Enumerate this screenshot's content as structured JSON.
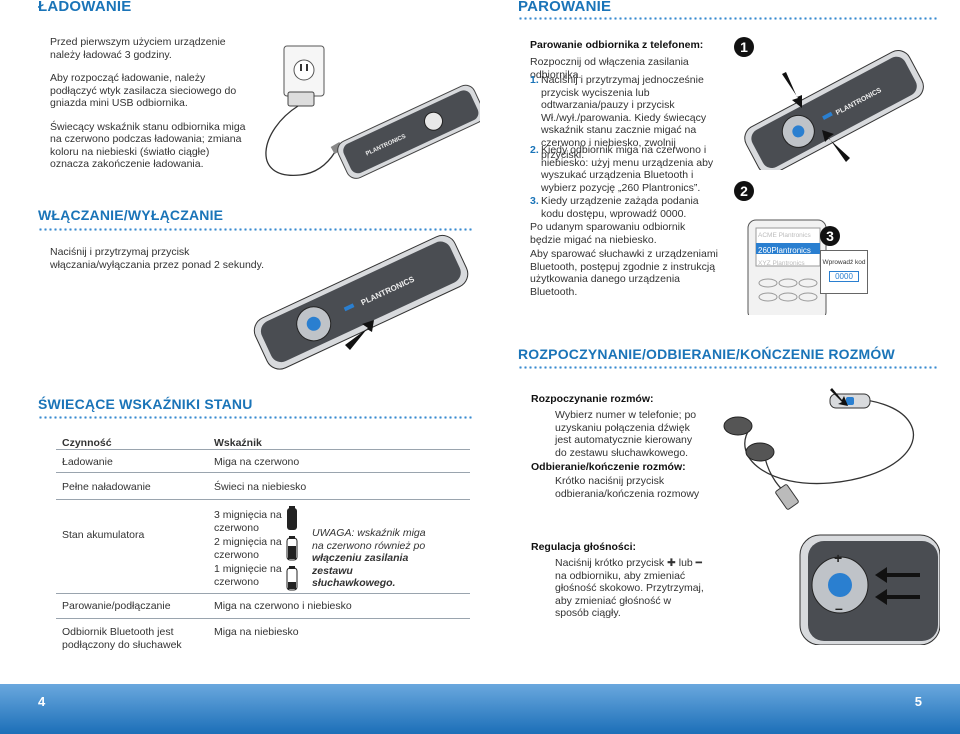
{
  "left": {
    "heading_charging": "ŁADOWANIE",
    "charging_paragraphs": [
      "Przed pierwszym użyciem urządzenie należy ładować 3 godziny.",
      "Aby rozpocząć ładowanie, należy podłączyć wtyk zasilacza sieciowego do gniazda mini USB odbiornika.",
      "Świecący wskaźnik stanu odbiornika miga na czerwono podczas ładowania; zmiana koloru na niebieski (światło ciągłe) oznacza zakończenie ładowania."
    ],
    "heading_power": "WŁĄCZANIE/WYŁĄCZANIE",
    "power_text": "Naciśnij i przytrzymaj przycisk włączania/wyłączania przez ponad 2 sekundy.",
    "heading_leds": "ŚWIECĄCE WSKAŹNIKI STANU",
    "table": {
      "col1": "Czynność",
      "col2": "Wskaźnik",
      "rows": [
        {
          "action": "Ładowanie",
          "indicator": "Miga na czerwono"
        },
        {
          "action": "Pełne naładowanie",
          "indicator": "Świeci na niebiesko"
        }
      ],
      "battery_label": "Stan akumulatora",
      "battery_levels": [
        "3 mignięcia na czerwono",
        "2 mignięcia na czerwono",
        "1 mignięcie na czerwono"
      ],
      "warning_prefix": "UWAGA: wskaźnik miga na czerwono również po ",
      "warning_bold": "włączeniu zasilania zestawu słuchawkowego.",
      "rows2": [
        {
          "action": "Parowanie/podłączanie",
          "indicator": "Miga na czerwono i niebiesko"
        },
        {
          "action": "Odbiornik Bluetooth jest podłączony do słuchawek",
          "indicator": "Miga na niebiesko"
        }
      ]
    },
    "brand": "PLANTRONICS",
    "page_number": "4"
  },
  "right": {
    "heading_pairing": "PAROWANIE",
    "pairing_subtitle": "Parowanie odbiornika z telefonem:",
    "pairing_intro": "Rozpocznij od włączenia zasilania odbiornika.",
    "steps": [
      {
        "n": "1.",
        "text": "Naciśnij i przytrzymaj jednocześnie przycisk wyciszenia lub odtwarzania/pauzy i przycisk Wł./wył./parowania. Kiedy świecący wskaźnik stanu zacznie migać na czerwono i niebiesko, zwolnij przyciski."
      },
      {
        "n": "2.",
        "text": "Kiedy odbiornik miga na czerwono i niebiesko: użyj menu urządzenia aby wyszukać urządzenia Bluetooth i wybierz pozycję „260 Plantronics”."
      },
      {
        "n": "3.",
        "text": "Kiedy urządzenie zażąda podania kodu dostępu, wprowadź 0000."
      }
    ],
    "after_pair": "Po udanym sparowaniu odbiornik będzie migać na niebiesko.",
    "other_phones": "Aby sparować słuchawki z urządzeniami Bluetooth, postępuj zgodnie z instrukcją użytkowania danego urządzenia Bluetooth.",
    "badge_1": "1",
    "badge_2": "2",
    "badge_3": "3",
    "phone_list": [
      "ACME Plantronics",
      "260Plantronics",
      "XYZ Plantronics"
    ],
    "passkey_label": "Wprowadź kod",
    "passkey_value": "0000",
    "heading_calls": "ROZPOCZYNANIE/ODBIERANIE/KOŃCZENIE ROZMÓW",
    "start_call_title": "Rozpoczynanie rozmów:",
    "start_call_text": "Wybierz numer w telefonie; po uzyskaniu połączenia dźwięk jest automatycznie kierowany do zestawu słuchawkowego.",
    "answer_title": "Odbieranie/kończenie rozmów:",
    "answer_text": "Krótko naciśnij przycisk odbierania/kończenia rozmowy",
    "volume_title": "Regulacja głośności:",
    "volume_text": "Naciśnij krótko przycisk ✚ lub ━ na odbiorniku, aby zmieniać głośność skokowo. Przytrzymaj, aby zmieniać głośność w sposób ciągły.",
    "page_number": "5"
  }
}
